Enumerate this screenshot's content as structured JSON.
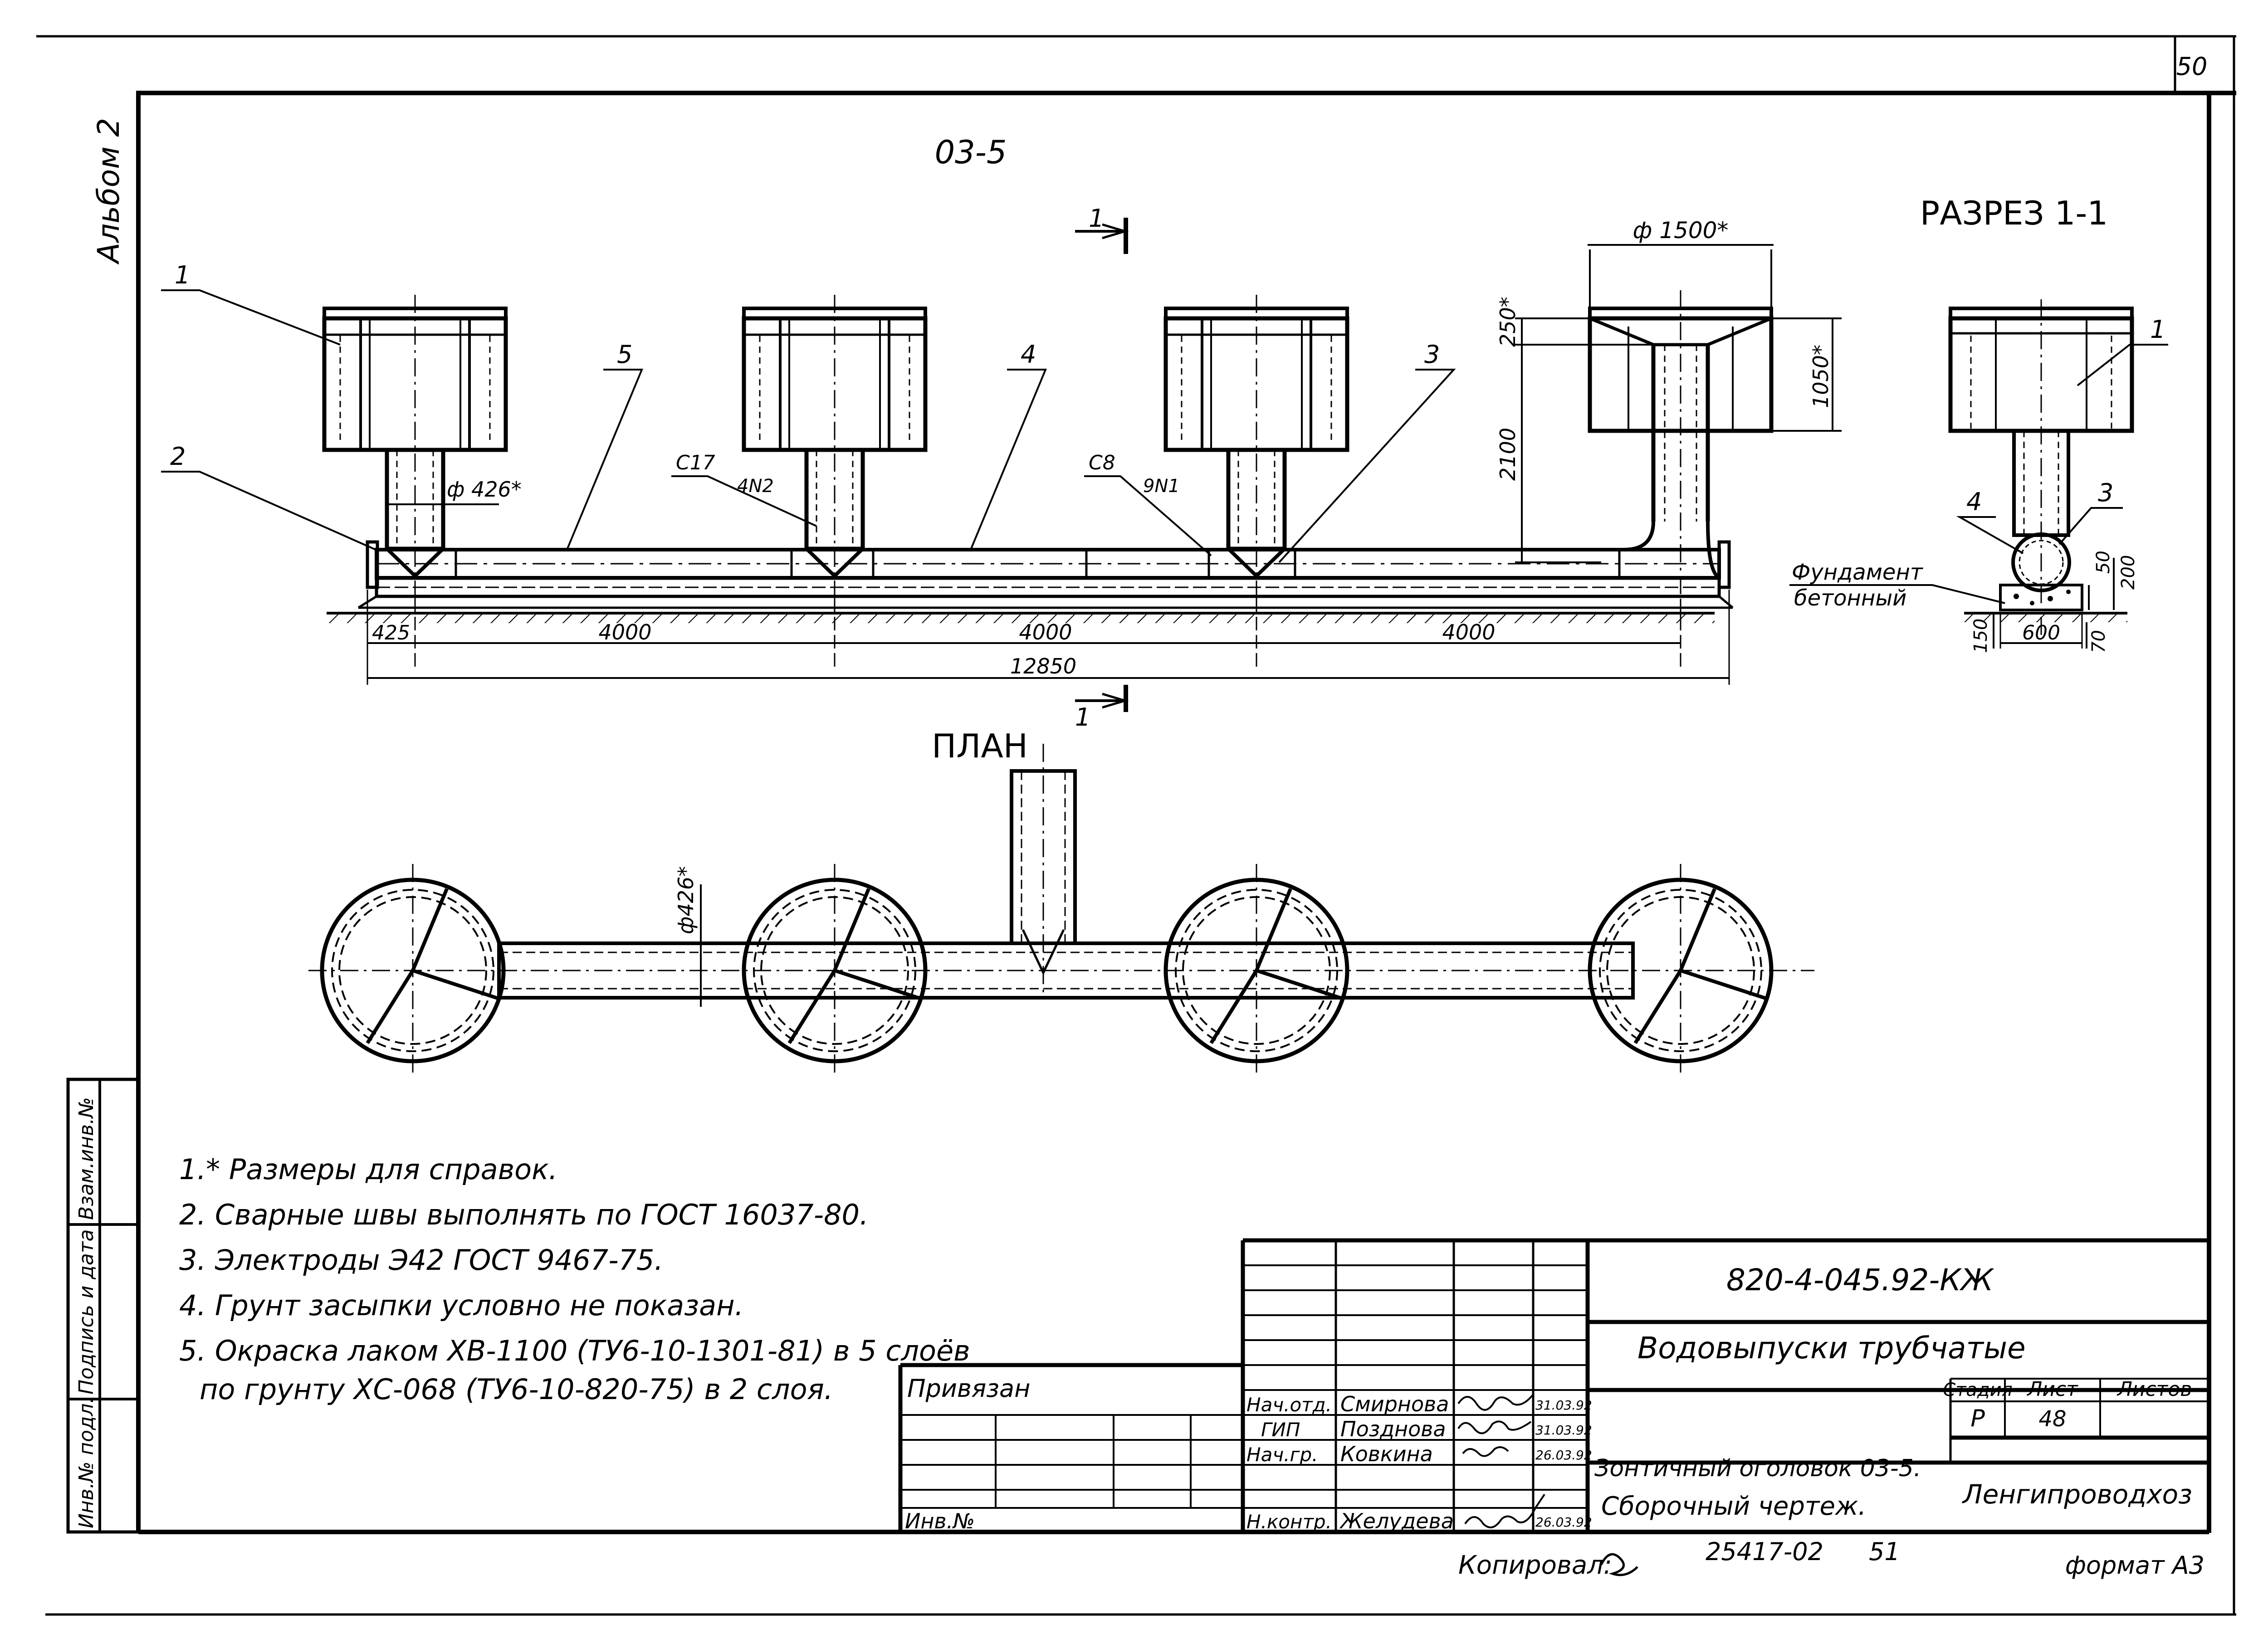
{
  "page_number": "50",
  "album_label": "Альбом 2",
  "drawing_label": "03-5",
  "section_title": "РАЗРЕЗ 1-1",
  "plan_title": "ПЛАН",
  "section_marks": {
    "top": "1",
    "bottom": "1"
  },
  "callouts": {
    "c1": "1",
    "c2": "2",
    "c3": "3",
    "c4": "4",
    "c5": "5",
    "sec1": "1",
    "sec3": "3",
    "sec4": "4"
  },
  "weld_marks": {
    "a_ref": "C17",
    "a_weld": "4N2",
    "b_ref": "C8",
    "b_weld": "9N1"
  },
  "dimensions": {
    "dia_1500": "ф 1500*",
    "dia_426": "ф 426*",
    "dia_426_plan": "ф426*",
    "d250": "250*",
    "d2100": "2100",
    "d1050": "1050*",
    "d425": "425",
    "span1": "4000",
    "span2": "4000",
    "span3": "4000",
    "total": "12850",
    "sec_50": "50",
    "sec_200": "200",
    "sec_150": "150",
    "sec_600": "600",
    "sec_70": "70"
  },
  "foundation_label": [
    "Фундамент",
    "бетонный"
  ],
  "notes": [
    "1.* Размеры для справок.",
    "2. Сварные швы выполнять по ГОСТ 16037-80.",
    "3. Электроды Э42 ГОСТ 9467-75.",
    "4. Грунт засыпки условно не показан.",
    "5. Окраска лаком ХВ-1100 (ТУ6-10-1301-81) в 5 слоёв",
    "по грунту ХС-068 (ТУ6-10-820-75) в 2 слоя."
  ],
  "left_stamp": [
    "Инв.№ подл.",
    "Подпись и дата",
    "Взам.инв.№"
  ],
  "title_block": {
    "doc_code": "820-4-045.92-КЖ",
    "project_name": "Водовыпуски трубчатые",
    "privyazan": "Привязан",
    "inv_no": "Инв.№",
    "roles": [
      {
        "role": "Нач.отд.",
        "name": "Смирнова",
        "date": "31.03.92"
      },
      {
        "role": "ГИП",
        "name": "Позднова",
        "date": "31.03.92"
      },
      {
        "role": "Нач.гр.",
        "name": "Ковкина",
        "date": "26.03.92"
      },
      {
        "role": "Н.контр.",
        "name": "Желудева",
        "date": "26.03.92"
      }
    ],
    "sheet_title_1": "Зонтичный оголовок 03-5.",
    "sheet_title_2": "Сборочный чертеж.",
    "stage_header": "Стадия",
    "sheet_header": "Лист",
    "sheets_header": "Листов",
    "stage": "Р",
    "sheet": "48",
    "org": "Ленгипроводхоз"
  },
  "copied_by": "Копировал:",
  "archive_no": "25417-02",
  "archive_sheet": "51",
  "format": "формат А3"
}
